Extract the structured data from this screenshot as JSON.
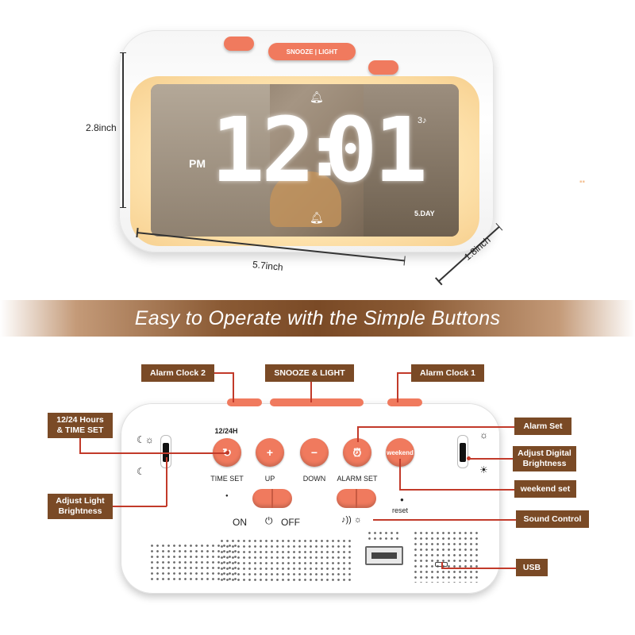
{
  "dimensions": {
    "height": "2.8inch",
    "width": "5.7inch",
    "depth": "1.8inch"
  },
  "display": {
    "time_h": "12",
    "time_m": "01",
    "period": "PM",
    "day_mode": "5.DAY",
    "bell_icon": "bell-icon",
    "alarm2_icon": "alarm-two-icon"
  },
  "top_buttons": {
    "snooze_light": "SNOOZE | LIGHT"
  },
  "banner": {
    "text": "Easy to Operate with the Simple Buttons"
  },
  "callouts": {
    "alarm_clock_2": "Alarm Clock 2",
    "snooze_light": "SNOOZE & LIGHT",
    "alarm_clock_1": "Alarm Clock 1",
    "hours_12_24": "12/24 Hours\n& TIME SET",
    "alarm_set": "Alarm Set",
    "adjust_digital_brightness": "Adjust Digital\nBrightness",
    "weekend_set": "weekend set",
    "adjust_light_brightness": "Adjust Light\nBrightness",
    "sound_control": "Sound Control",
    "usb": "USB"
  },
  "back_panel": {
    "label_12_24h": "12/24H",
    "time_set": "TIME SET",
    "up": "UP",
    "down": "DOWN",
    "alarm_set": "ALARM SET",
    "weekend_btn": "weekend",
    "reset": "reset",
    "on": "ON",
    "off": "OFF",
    "power_icon": "power-icon"
  },
  "colors": {
    "button_orange": "#f07a5e",
    "callout_brown": "#7a4a26",
    "leader_red": "#c23a2a"
  }
}
